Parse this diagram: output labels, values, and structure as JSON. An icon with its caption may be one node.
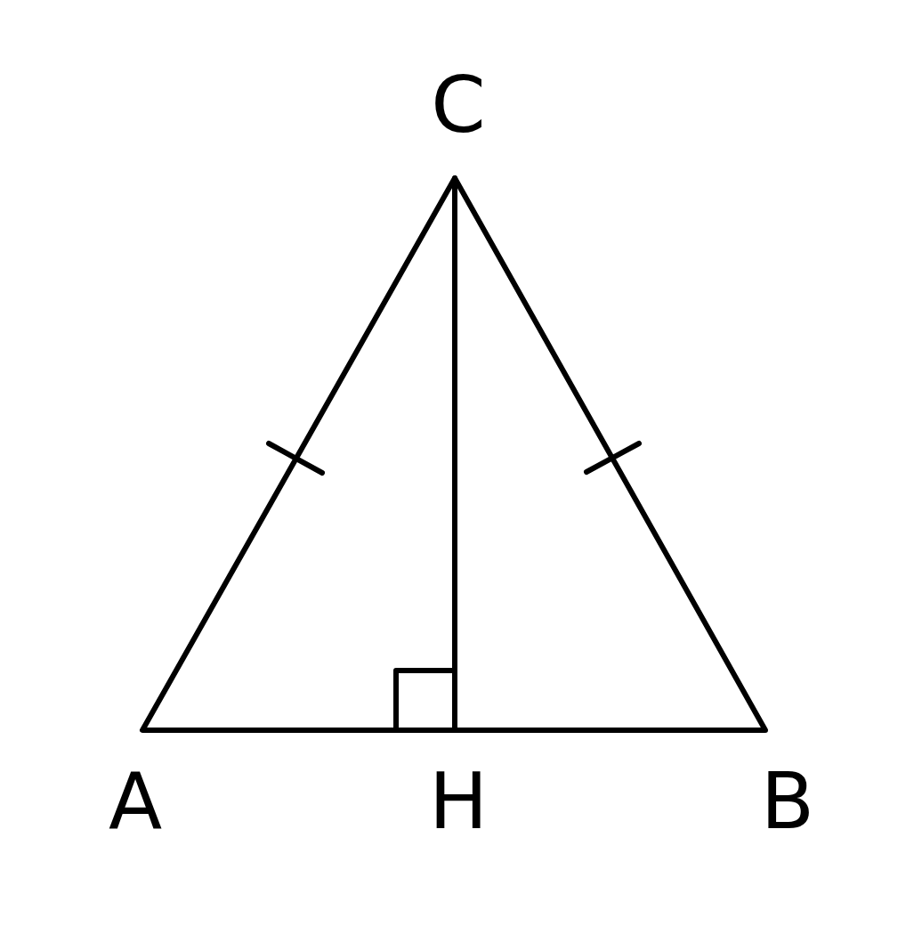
{
  "diagram": {
    "labels": [
      "C",
      "A",
      "H",
      "B"
    ]
  }
}
